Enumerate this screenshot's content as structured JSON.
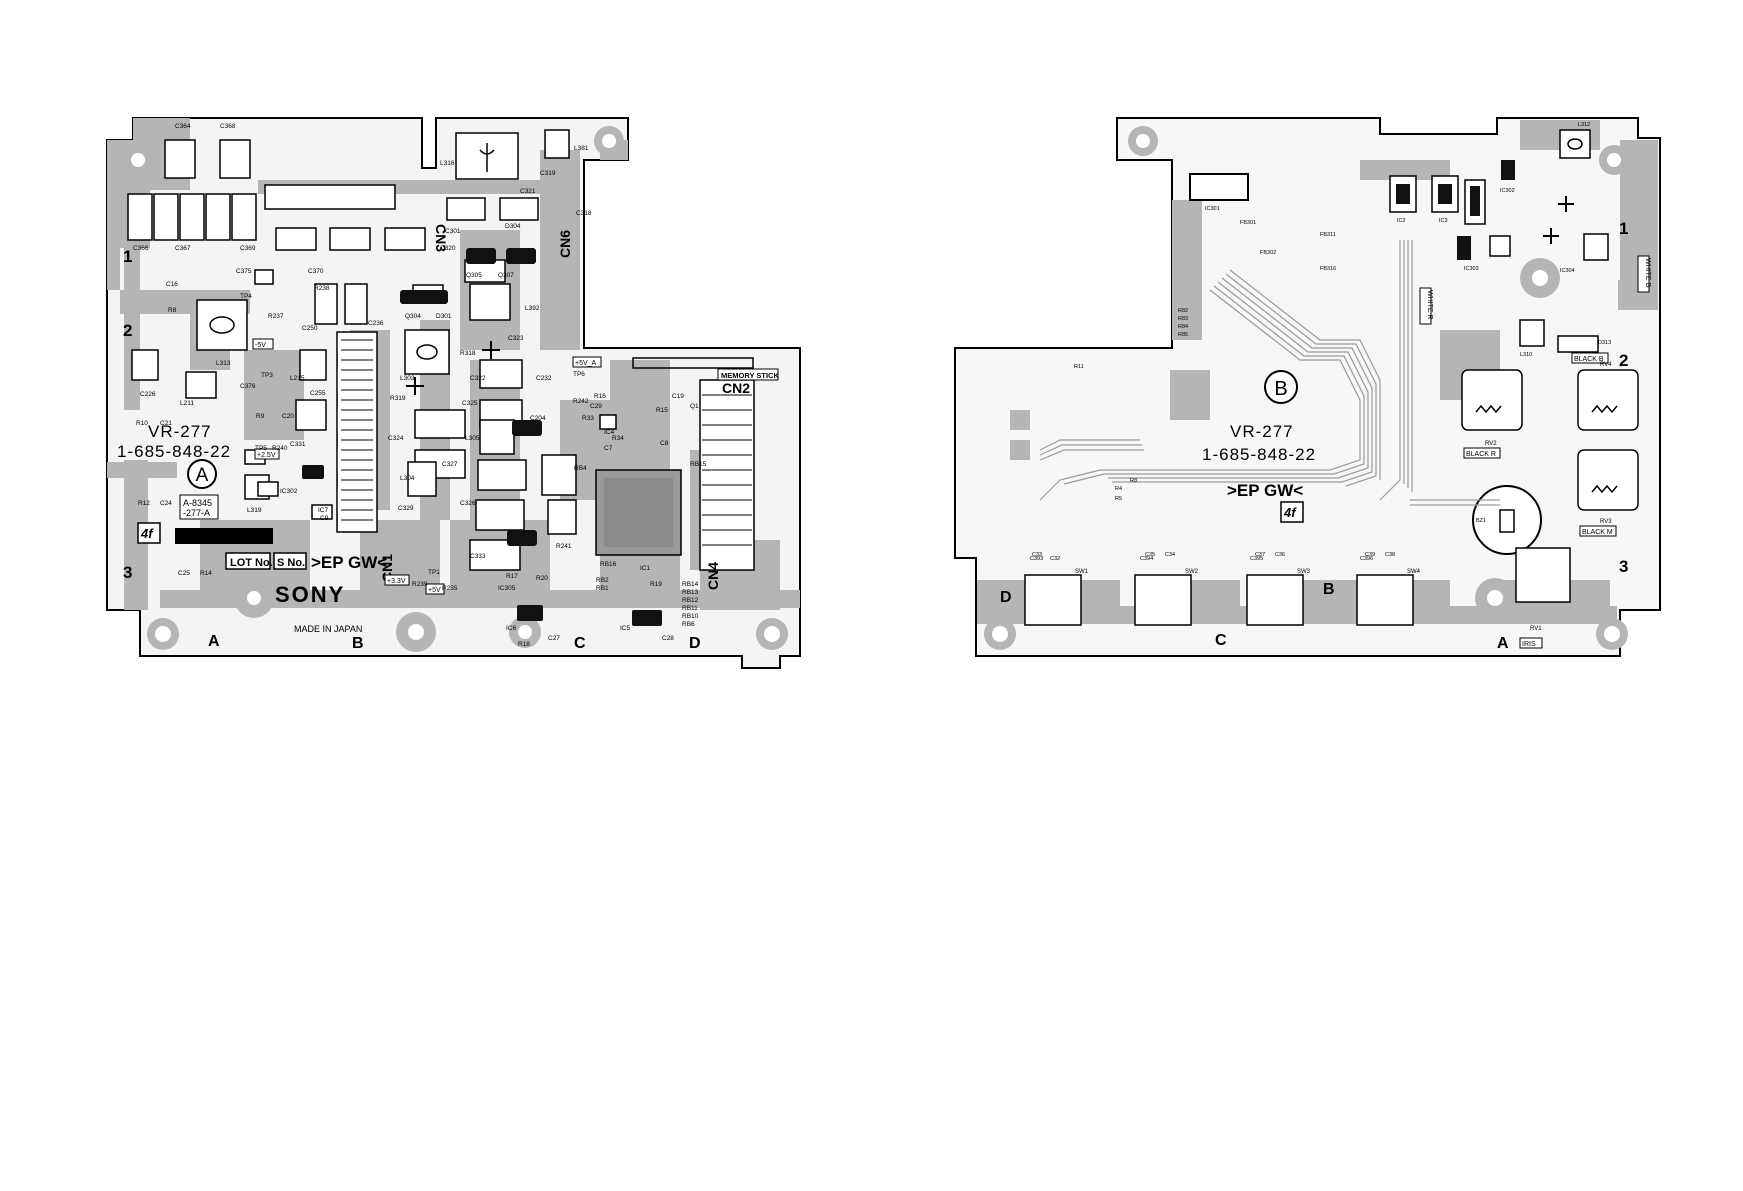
{
  "board_a": {
    "side_mark": "A",
    "board_name": "VR-277",
    "part_no": "1-685-848-22",
    "brand": "SONY",
    "origin": "MADE IN JAPAN",
    "lot_label": "LOT No.",
    "serial_label": "S No.",
    "material_mark": ">EP GW<",
    "ref_code_line1": "A-8345",
    "ref_code_line2": "-277-A",
    "row_marks": [
      "1",
      "2",
      "3"
    ],
    "col_marks": [
      "A",
      "B",
      "C",
      "D"
    ],
    "connectors": [
      "CN1",
      "CN2",
      "CN3",
      "CN4",
      "CN6"
    ],
    "memory_stick_label": "MEMORY STICK",
    "voltage_labels": [
      "-5V",
      "+2.5V",
      "+3.3V",
      "+5V",
      "+5V_A"
    ],
    "component_labels": [
      "C364",
      "C368",
      "C366",
      "C367",
      "C369",
      "C375",
      "C370",
      "C16",
      "R8",
      "C226",
      "L211",
      "L313",
      "C376",
      "C250",
      "C255",
      "L215",
      "C331",
      "IC302",
      "L319",
      "IC7",
      "C236",
      "L303",
      "L304",
      "C324",
      "C329",
      "C327",
      "C326",
      "L305",
      "C320",
      "C301",
      "C321",
      "C323",
      "C325",
      "C322",
      "L392",
      "Q305",
      "Q307",
      "Q304",
      "D301",
      "D304",
      "L316",
      "L381",
      "C319",
      "C318",
      "R318",
      "R319",
      "C232",
      "C204",
      "R242",
      "R16",
      "C29",
      "IC4",
      "R34",
      "C19",
      "Q1",
      "RB15",
      "RB14",
      "RB13",
      "RB12",
      "RB11",
      "RB10",
      "RB6",
      "IC1",
      "IC5",
      "IC6",
      "IC305",
      "R17",
      "R18",
      "R19",
      "R20",
      "C333",
      "C27",
      "C28",
      "R241",
      "RB16",
      "RB2",
      "RB1",
      "TP1",
      "TP3",
      "TP4",
      "TP5",
      "TP6",
      "R14",
      "C25",
      "R12",
      "C24",
      "R10",
      "C21",
      "R9",
      "C20",
      "R237",
      "R238",
      "R240",
      "R239",
      "R235",
      "R15",
      "C7",
      "C8",
      "C9",
      "R33",
      "RB4"
    ]
  },
  "board_b": {
    "side_mark": "B",
    "board_name": "VR-277",
    "part_no": "1-685-848-22",
    "material_mark": ">EP GW<",
    "row_marks": [
      "1",
      "2",
      "3"
    ],
    "col_marks": [
      "D",
      "C",
      "B",
      "A"
    ],
    "switch_labels": [
      "BLACK B",
      "BLACK R",
      "BLACK M",
      "WHITE B",
      "WHITE R",
      "IRIS"
    ],
    "connectors": [
      "SW1",
      "SW2",
      "SW3",
      "SW4",
      "RV1",
      "RV2",
      "RV3",
      "RV4"
    ],
    "component_labels": [
      "IC2",
      "IC3",
      "IC301",
      "IC302",
      "IC303",
      "IC304",
      "C393",
      "C394",
      "C395",
      "C396",
      "R11",
      "R4",
      "R5",
      "R8",
      "C32",
      "C33",
      "C34",
      "C35",
      "C36",
      "C37",
      "C38",
      "C39",
      "BZ1",
      "D313",
      "L310",
      "L312",
      "FB301",
      "FB302",
      "FB311",
      "FB316",
      "R82",
      "R83",
      "R84",
      "R85"
    ]
  }
}
